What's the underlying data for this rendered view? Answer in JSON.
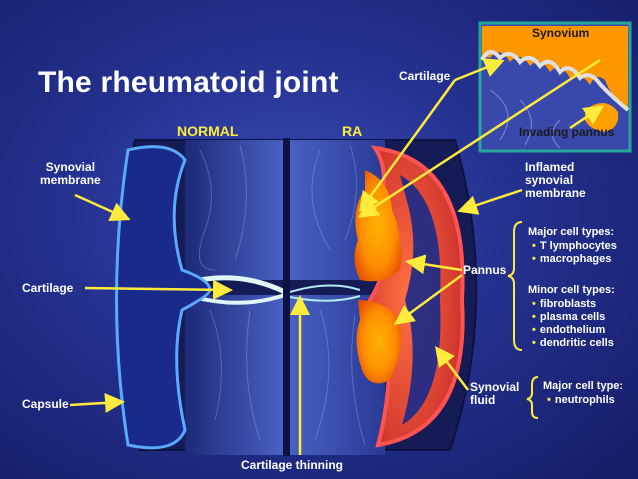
{
  "title": "The rheumatoid joint",
  "labels": {
    "normal": "NORMAL",
    "ra": "RA",
    "synovial_membrane_line1": "Synovial",
    "synovial_membrane_line2": "membrane",
    "cartilage": "Cartilage",
    "capsule": "Capsule",
    "cartilage_thinning": "Cartilage thinning",
    "inflamed_line1": "Inflamed",
    "inflamed_line2": "synovial",
    "inflamed_line3": "membrane",
    "pannus": "Pannus",
    "synovial_fluid_line1": "Synovial",
    "synovial_fluid_line2": "fluid",
    "inset_cartilage": "Cartilage",
    "synovium": "Synovium",
    "invading_pannus": "Invading pannus"
  },
  "pannus_cells": {
    "major_heading": "Major cell types:",
    "major_items": [
      "T lymphocytes",
      "macrophages"
    ],
    "minor_heading": "Minor cell types:",
    "minor_items": [
      "fibroblasts",
      "plasma cells",
      "endothelium",
      "dendritic cells"
    ]
  },
  "fluid_cells": {
    "heading": "Major cell type:",
    "items": [
      "neutrophils"
    ]
  },
  "colors": {
    "background": "#24318f",
    "arrow": "#ffeb3b",
    "pannus": "#ff9800",
    "inflamed": "#e53935",
    "inset_border": "#26a69a"
  }
}
